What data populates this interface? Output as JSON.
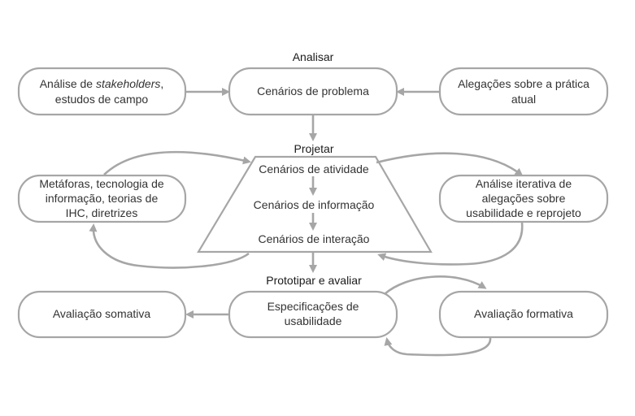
{
  "sections": {
    "analyze": "Analisar",
    "design": "Projetar",
    "prototype": "Prototipar e avaliar"
  },
  "nodes": {
    "stakeholders": {
      "line1_pre": "Análise de ",
      "line1_em": "stakeholders",
      "line1_post": ",",
      "line2": "estudos de campo"
    },
    "problem_scenarios": {
      "line1": "Cenários de problema"
    },
    "claims_current": {
      "line1": "Alegações  sobre a prática",
      "line2": "atual"
    },
    "metaphors": {
      "line1": "Metáforas, tecnologia de",
      "line2": "informação, teorias de",
      "line3": "IHC, diretrizes"
    },
    "activity_scenarios": {
      "line1": "Cenários de atividade"
    },
    "information_scenarios": {
      "line1": "Cenários de informação"
    },
    "interaction_scenarios": {
      "line1": "Cenários de interação"
    },
    "iterative_analysis": {
      "line1": "Análise iterativa de",
      "line2": "alegações sobre",
      "line3": "usabilidade e reprojeto"
    },
    "summative": {
      "line1": "Avaliação somativa"
    },
    "usability_specs": {
      "line1": "Especificações de",
      "line2": "usabilidade"
    },
    "formative": {
      "line1": "Avaliação formativa"
    }
  },
  "colors": {
    "stroke": "#a6a6a6",
    "text": "#333333"
  }
}
